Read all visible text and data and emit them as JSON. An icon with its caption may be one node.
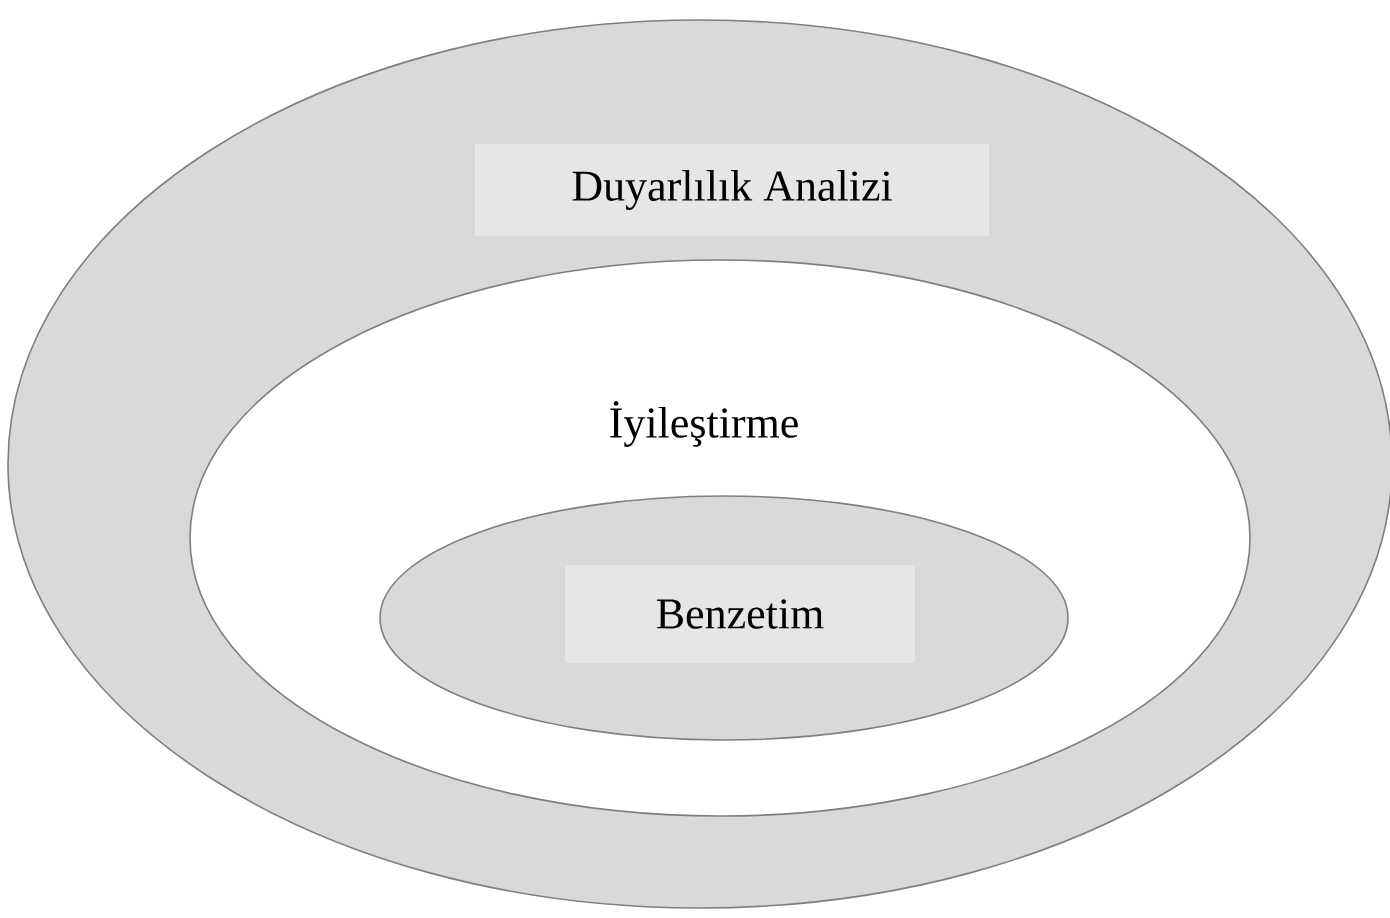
{
  "diagram": {
    "nodes": [
      {
        "text": [
          "Duyarlılık Analizi"
        ]
      },
      {
        "text": [
          "İyileştirme"
        ],
        "in": 0
      },
      {
        "text": [
          "Benzetim"
        ],
        "in": 1
      }
    ]
  }
}
